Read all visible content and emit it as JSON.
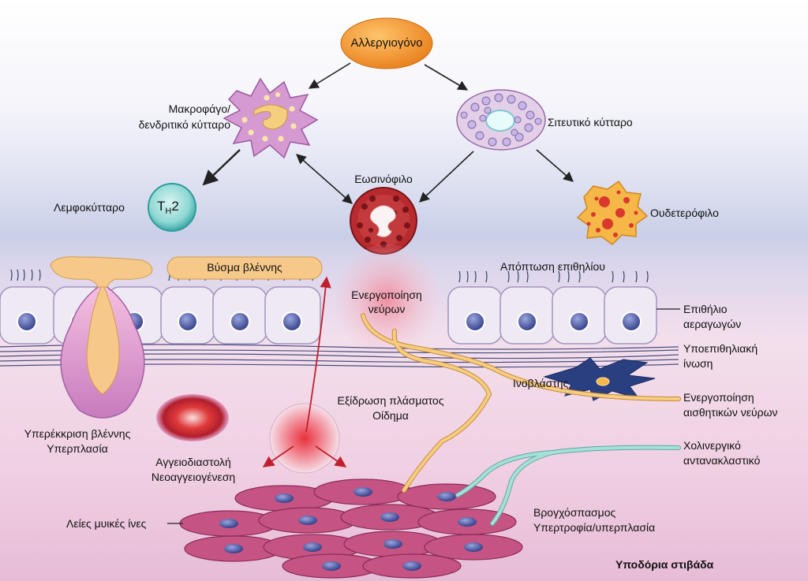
{
  "labels": {
    "allergen": "Αλλεργιογόνο",
    "macrophage_line1": "Μακροφάγο/",
    "macrophage_line2": "δενδριτικό κύτταρο",
    "mast_cell": "Σιτευτικό κύτταρο",
    "eosinophil": "Εωσινόφιλο",
    "lymphocyte": "Λεμφοκύτταρο",
    "th2_main": "T",
    "th2_sub": "H",
    "th2_suffix": "2",
    "neutrophil": "Ουδετερόφιλο",
    "mucus_plug": "Βύσμα βλέννης",
    "epithelial_shedding": "Απόπτωση επιθηλίου",
    "nerve_activation_line1": "Ενεργοποίηση",
    "nerve_activation_line2": "νεύρων",
    "airway_epithelium_line1": "Επιθήλιο",
    "airway_epithelium_line2": "αεραγωγών",
    "subepithelial_fibrosis_line1": "Υποεπιθηλιακή",
    "subepithelial_fibrosis_line2": "ίνωση",
    "fibroblast": "Ινοβλάστης",
    "sensory_nerve_line1": "Ενεργοποίηση",
    "sensory_nerve_line2": "αισθητικών νεύρων",
    "cholinergic_line1": "Χολινεργικό",
    "cholinergic_line2": "αντανακλαστικό",
    "mucus_hypersecretion_line1": "Υπερέκκριση βλέννης",
    "mucus_hypersecretion_line2": "Υπερπλασία",
    "plasma_exudation_line1": "Εξίδρωση πλάσματος",
    "plasma_exudation_line2": "Οίδημα",
    "vasodilation_line1": "Αγγειοδιαστολή",
    "vasodilation_line2": "Νεοαγγειογένεση",
    "smooth_muscle": "Λείες μυικές ίνες",
    "bronchospasm_line1": "Βρογχόσπασμος",
    "bronchospasm_line2": "Υπερτροφία/υπερπλασία",
    "submucosa": "Υποδόρια στιβάδα"
  },
  "colors": {
    "allergen": "#f0962c",
    "macrophage": "#c58ac4",
    "mast_cell": "#dcc6e2",
    "eosinophil": "#b82a2e",
    "th2": "#5fc0c0",
    "neutrophil": "#f0b040",
    "mucus": "#f6c98a",
    "epithelium": "#ece6f2",
    "nucleus": "#3d4a9a",
    "nerve": "#f3c77a",
    "cholinergic": "#8fd0c8",
    "muscle": "#c0507a",
    "fibroblast": "#243a78"
  }
}
